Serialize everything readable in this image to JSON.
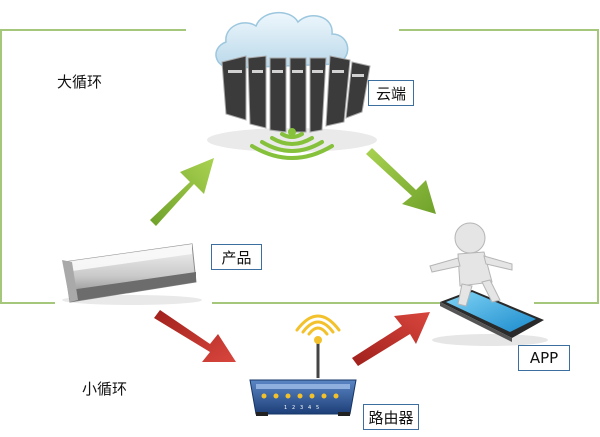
{
  "labels": {
    "big_loop": "大循环",
    "small_loop": "小循环",
    "cloud": "云端",
    "product": "产品",
    "router": "路由器",
    "app": "APP"
  },
  "router_ports": [
    "1",
    "2",
    "3",
    "4",
    "5"
  ],
  "colors": {
    "green_line": "#a5c77c",
    "green_arrow": "#8ab93a",
    "red_arrow": "#c23a33",
    "label_border": "#3c6ea0",
    "cloud": "#d7ecf7",
    "server": "#3b3b3b",
    "router_body": "#1f4f92",
    "router_led": "#f2c12c",
    "phone_screen": "#3aa9e0",
    "figure": "#e5e5e5"
  },
  "icons": {
    "cloud": "cloud-server-icon",
    "product": "air-conditioner-icon",
    "router": "wifi-router-icon",
    "app": "smartphone-figure-icon"
  }
}
